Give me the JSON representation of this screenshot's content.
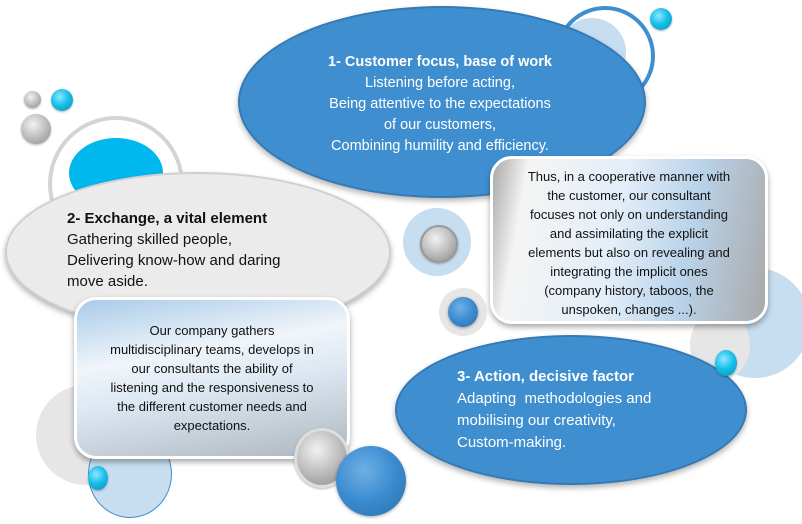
{
  "bubble1": {
    "title": "1- Customer focus, base of work",
    "lines": [
      "Listening before acting,",
      "Being attentive to the expectations",
      "of our customers,",
      "Combining humility and efficiency."
    ]
  },
  "box1": {
    "lines": [
      "Thus, in a cooperative manner with",
      "the customer, our consultant",
      "focuses not only on understanding",
      "and assimilating the explicit",
      "elements but also on revealing and",
      "integrating the implicit ones",
      "(company history, taboos, the",
      "unspoken, changes ...)."
    ]
  },
  "bubble2": {
    "title": "2- Exchange, a vital element",
    "lines": [
      "Gathering skilled people,",
      "Delivering know-how and daring",
      "move aside."
    ]
  },
  "box2": {
    "lines": [
      "Our company gathers",
      "multidisciplinary teams, develops in",
      "our consultants the ability of",
      "listening and the responsiveness to",
      "the different customer needs and",
      "expectations."
    ]
  },
  "bubble3": {
    "title": "3- Action, decisive factor",
    "lines": [
      "Adapting  methodologies and",
      "mobilising our creativity,",
      "Custom-making."
    ]
  },
  "colors": {
    "blue": "#3f8fd0",
    "cyan": "#17c0ea",
    "light_blue": "#c7ddf0",
    "gray": "#ebebeb"
  }
}
